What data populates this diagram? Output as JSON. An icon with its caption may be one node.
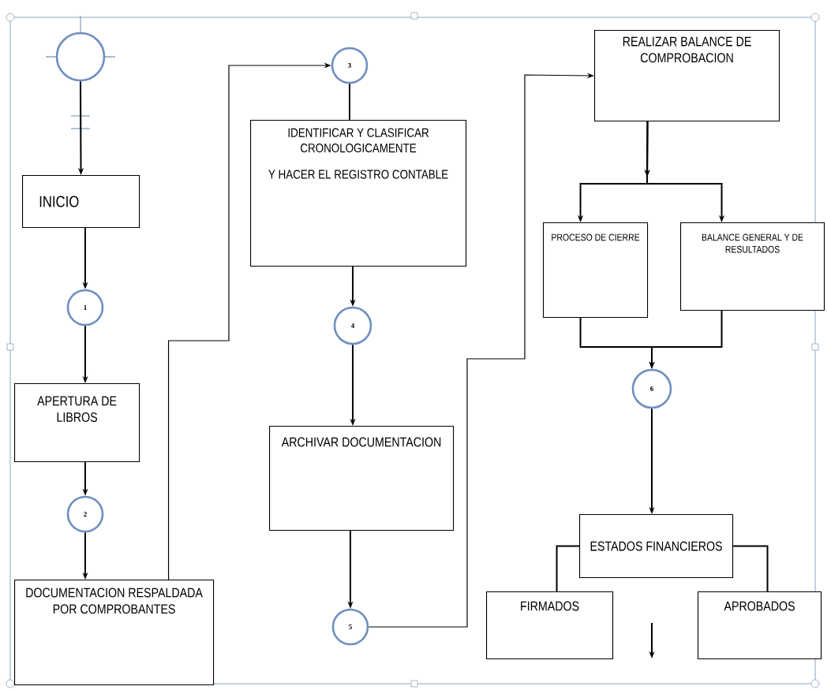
{
  "diagram": {
    "nodes": [
      {
        "text": [],
        "shape": "circle"
      },
      {
        "text": [
          "INICIO"
        ]
      },
      {
        "text": [
          "1"
        ]
      },
      {
        "text": [
          "APERTURA DE LIBROS"
        ]
      },
      {
        "text": [
          "2"
        ]
      },
      {
        "text": [
          "DOCUMENTACION RESPALDADA POR COMPROBANTES"
        ]
      },
      {
        "text": [
          "3"
        ]
      },
      {
        "text": [
          "IDENTIFICAR Y CLASIFICAR CRONOLOGICAMENTE",
          "Y HACER EL REGISTRO CONTABLE"
        ]
      },
      {
        "text": [
          "4"
        ]
      },
      {
        "text": [
          "ARCHIVAR DOCUMENTACION"
        ]
      },
      {
        "text": [
          "5"
        ]
      },
      {
        "text": [
          "REALIZAR BALANCE DE COMPROBACION"
        ]
      },
      {
        "text": [
          "PROCESO DE CIERRE"
        ]
      },
      {
        "text": [
          "BALANCE GENERAL Y DE RESULTADOS"
        ]
      },
      {
        "text": [
          "6"
        ]
      },
      {
        "text": [
          "ESTADOS FINANCIEROS"
        ]
      },
      {
        "text": [
          "FIRMADOS"
        ]
      },
      {
        "text": [
          "APROBADOS"
        ]
      }
    ],
    "edges": [
      {
        "from": 0,
        "to": 1,
        "arrow": "to"
      },
      {
        "from": 1,
        "to": 2,
        "arrow": "to"
      },
      {
        "from": 2,
        "to": 3,
        "arrow": "to"
      },
      {
        "from": 3,
        "to": 4,
        "arrow": "to"
      },
      {
        "from": 4,
        "to": 5,
        "arrow": "to"
      },
      {
        "from": 5,
        "to": 6,
        "arrow": "to"
      },
      {
        "from": 6,
        "to": 7,
        "arrow": "none"
      },
      {
        "from": 7,
        "to": 8,
        "arrow": "to"
      },
      {
        "from": 8,
        "to": 9,
        "arrow": "to"
      },
      {
        "from": 9,
        "to": 10,
        "arrow": "to"
      },
      {
        "from": 10,
        "to": 11,
        "arrow": "to"
      },
      {
        "from": 11,
        "to": 12,
        "arrow": "to"
      },
      {
        "from": 11,
        "to": 13,
        "arrow": "to"
      },
      {
        "from": 12,
        "to": 14,
        "arrow": "to"
      },
      {
        "from": 13,
        "to": 14,
        "arrow": "to"
      },
      {
        "from": 14,
        "to": 15,
        "arrow": "to"
      },
      {
        "from": 15,
        "to": 16,
        "arrow": "none"
      },
      {
        "from": 15,
        "to": 17,
        "arrow": "none"
      }
    ]
  }
}
